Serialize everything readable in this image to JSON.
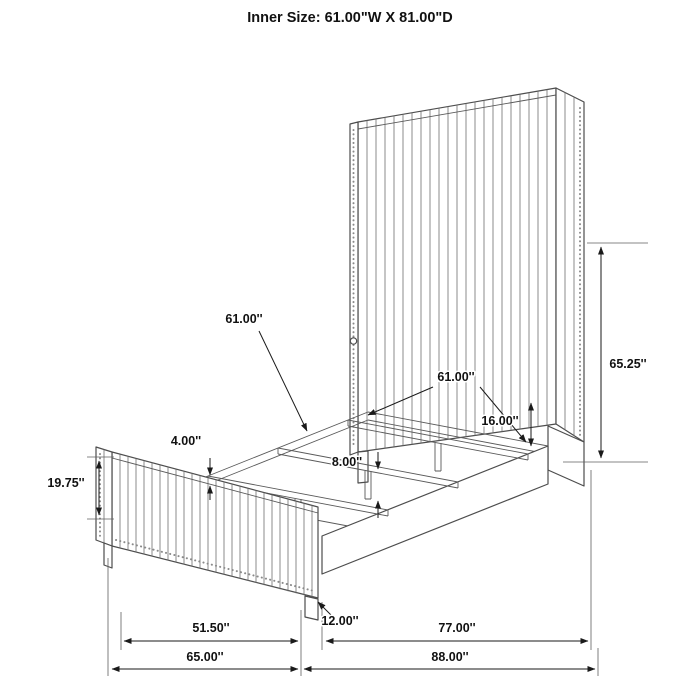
{
  "title": {
    "text": "Inner Size: 61.00\"W X 81.00\"D"
  },
  "drawing": {
    "subject": "channel-tufted upholstered bed frame dimension diagram",
    "stroke_color": "#4d4d4d",
    "dimension_text_color": "#111111",
    "background_color": "#ffffff"
  },
  "dimensions": {
    "slat_length_callout": "61.00''",
    "headboard_inner_width": "61.00''",
    "clearance_height": "16.00''",
    "center_leg_height": "8.00''",
    "slat_height": "4.00''",
    "footboard_height": "19.75''",
    "headboard_height": "65.25''",
    "footboard_inner_width": "51.50''",
    "rail_height": "12.00''",
    "inner_length": "77.00''",
    "footboard_width": "65.00''",
    "overall_length": "88.00''"
  }
}
